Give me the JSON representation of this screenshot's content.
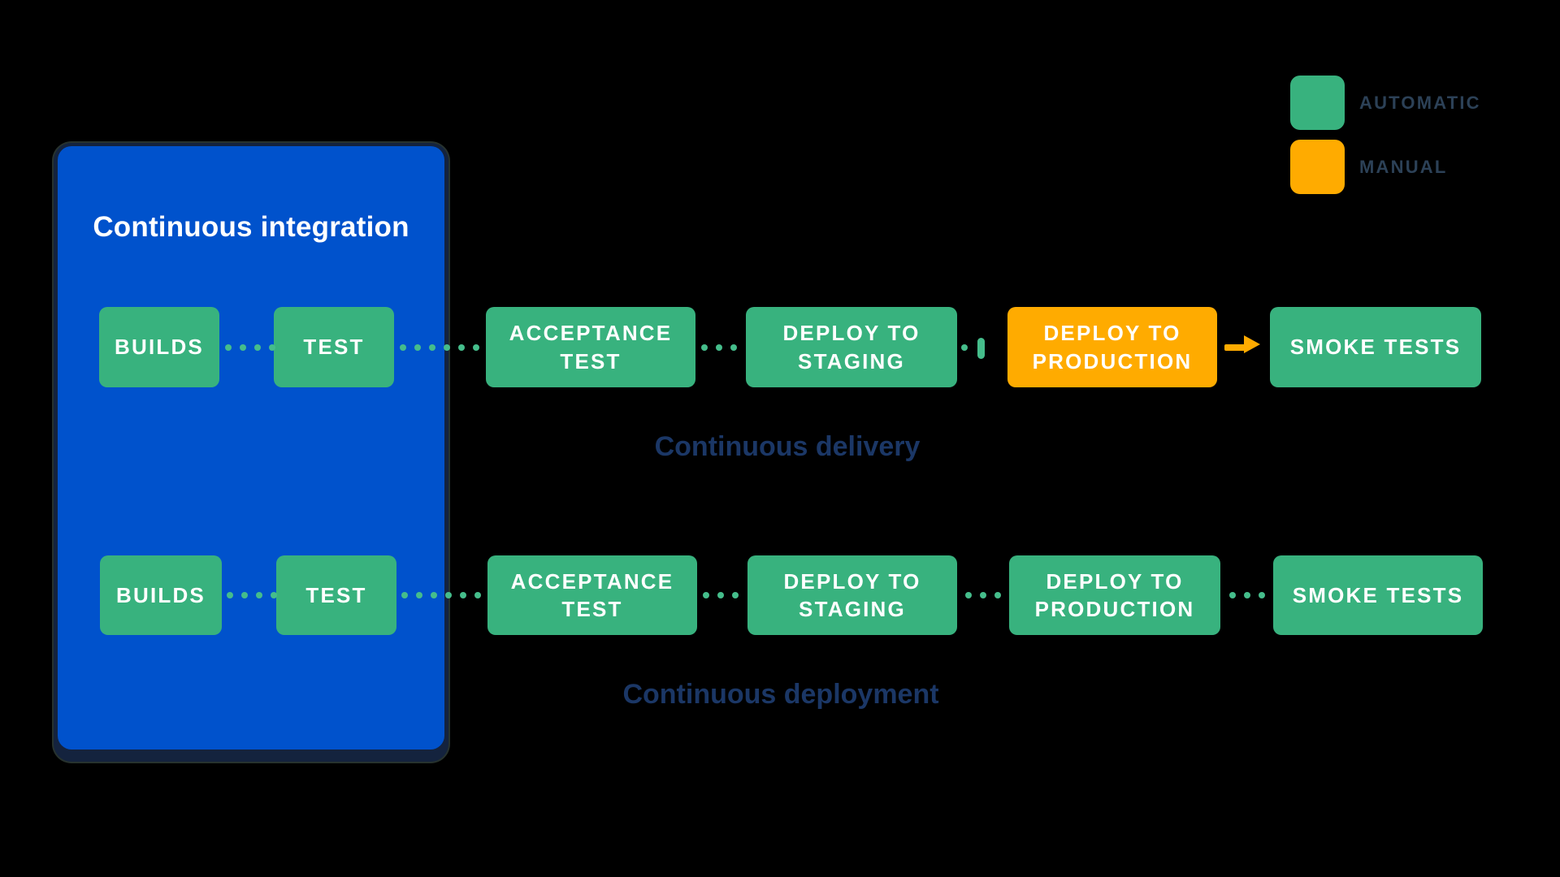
{
  "diagram": {
    "title_hidden": "",
    "integration_group": {
      "title": "Continuous integration"
    },
    "legend": {
      "items": [
        {
          "id": "automatic",
          "label": "AUTOMATIC",
          "color": "#38B27E"
        },
        {
          "id": "manual",
          "label": "MANUAL",
          "color": "#FFAB00"
        }
      ]
    },
    "rows": [
      {
        "caption": "Continuous delivery",
        "stages": [
          {
            "label": "BUILDS",
            "mode": "automatic"
          },
          {
            "label": "TEST",
            "mode": "automatic"
          },
          {
            "label": "ACCEPTANCE TEST",
            "mode": "automatic"
          },
          {
            "label": "DEPLOY TO STAGING",
            "mode": "automatic"
          },
          {
            "label": "DEPLOY TO PRODUCTION",
            "mode": "manual"
          },
          {
            "label": "SMOKE TESTS",
            "mode": "automatic"
          }
        ]
      },
      {
        "caption": "Continuous deployment",
        "stages": [
          {
            "label": "BUILDS",
            "mode": "automatic"
          },
          {
            "label": "TEST",
            "mode": "automatic"
          },
          {
            "label": "ACCEPTANCE TEST",
            "mode": "automatic"
          },
          {
            "label": "DEPLOY TO STAGING",
            "mode": "automatic"
          },
          {
            "label": "DEPLOY TO PRODUCTION",
            "mode": "automatic"
          },
          {
            "label": "SMOKE TESTS",
            "mode": "automatic"
          }
        ]
      }
    ],
    "colors": {
      "automatic_green": "#38B27E",
      "connector_dot_green": "#45BD8B",
      "manual_orange": "#FFAB00",
      "integration_blue": "#0052CC",
      "integration_border_navy": "#14233E",
      "caption_navy": "#1B3766",
      "background": "#000000"
    }
  }
}
